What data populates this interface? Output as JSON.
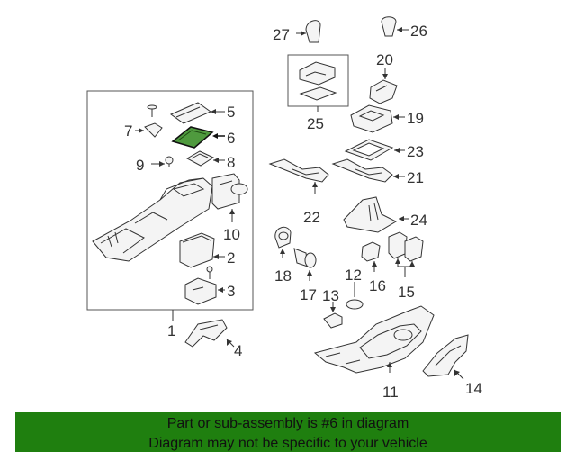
{
  "diagram": {
    "highlighted_part_color": "#4f9a3e",
    "callouts": {
      "p1": "1",
      "p2": "2",
      "p3": "3",
      "p4": "4",
      "p5": "5",
      "p6": "6",
      "p7": "7",
      "p8": "8",
      "p9": "9",
      "p10": "10",
      "p11": "11",
      "p12": "12",
      "p13": "13",
      "p14": "14",
      "p15": "15",
      "p16": "16",
      "p17": "17",
      "p18": "18",
      "p19": "19",
      "p20": "20",
      "p21": "21",
      "p22": "22",
      "p23": "23",
      "p24": "24",
      "p25": "25",
      "p26": "26",
      "p27": "27"
    }
  },
  "banner": {
    "color": "#1f7f0f",
    "line1": "Part or sub-assembly is #6 in diagram",
    "line2": "Diagram may not be specific to your vehicle"
  }
}
